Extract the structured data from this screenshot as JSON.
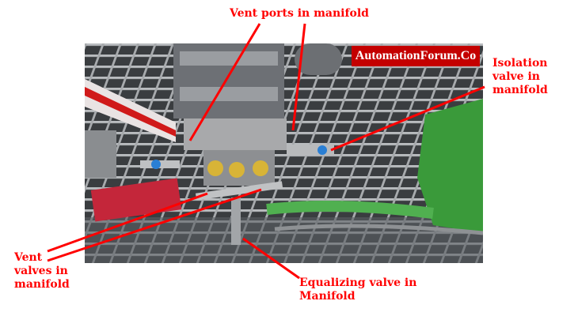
{
  "watermark": "AutomationForum.Co",
  "labels": {
    "vent_ports": "Vent ports in manifold",
    "isolation": [
      "Isolation",
      "valve in",
      "manifold"
    ],
    "vent_valves": [
      "Vent",
      "valves in",
      "manifold"
    ],
    "equalizing": [
      "Equalizing valve in",
      "Manifold"
    ]
  },
  "colors": {
    "annotation": "#ff0000",
    "watermark_bg": "#c40000"
  }
}
